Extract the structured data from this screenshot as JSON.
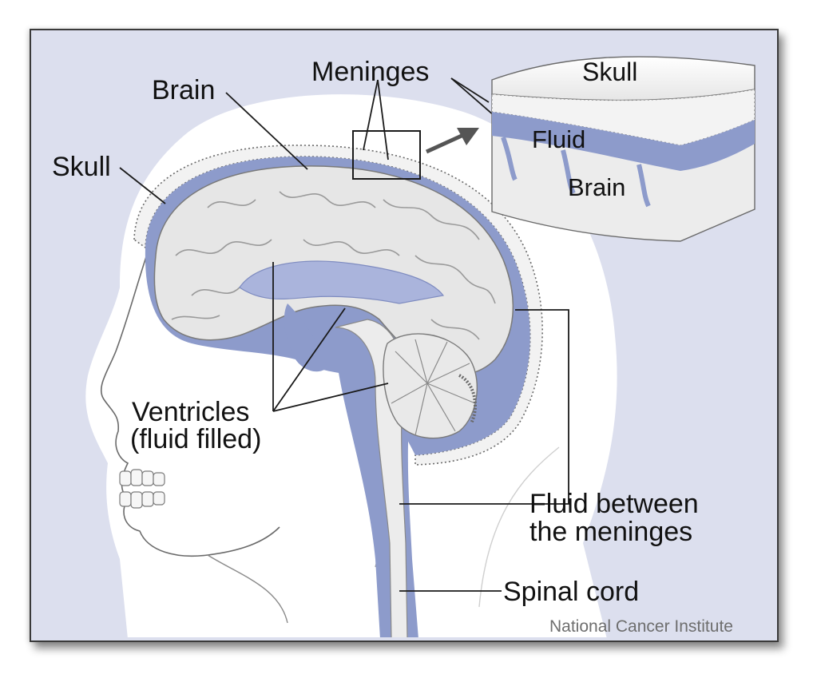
{
  "labels": {
    "meninges": "Meninges",
    "brain": "Brain",
    "skull": "Skull",
    "inset_skull": "Skull",
    "inset_fluid": "Fluid",
    "inset_brain": "Brain",
    "ventricles_line1": "Ventricles",
    "ventricles_line2": "(fluid filled)",
    "fluid_between_line1": "Fluid between",
    "fluid_between_line2": "the meninges",
    "spinal_cord": "Spinal cord"
  },
  "credit": "National Cancer Institute",
  "colors": {
    "background": "#dcdfee",
    "fluid": "#8d9bcb",
    "fluid_light": "#aab4dc",
    "brain_tissue": "#e4e4e4",
    "skull_bone": "#f4f4f4",
    "head_silhouette": "#ffffff",
    "line": "#1a1a1a"
  }
}
